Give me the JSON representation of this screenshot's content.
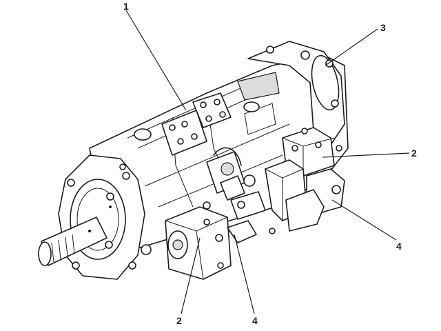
{
  "callouts": [
    {
      "id": "c1",
      "label": "1"
    },
    {
      "id": "c2a",
      "label": "2"
    },
    {
      "id": "c2b",
      "label": "2"
    },
    {
      "id": "c3",
      "label": "3"
    },
    {
      "id": "c4a",
      "label": "4"
    },
    {
      "id": "c4b",
      "label": "4"
    }
  ]
}
